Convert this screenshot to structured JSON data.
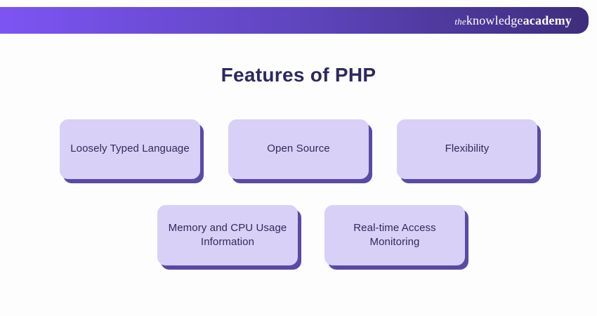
{
  "page": {
    "background": "#fdfdfe"
  },
  "header": {
    "logo": {
      "part_the": "the",
      "part_knowledge": "knowledge",
      "part_academy": "academy"
    },
    "gradient_left": "#7d54f3",
    "gradient_mid": "#5e45bd",
    "gradient_right": "#3e2d7c"
  },
  "title": {
    "text": "Features of PHP",
    "color": "#2d295e"
  },
  "cards": {
    "fill_color": "#d8d0f7",
    "shadow_color": "#5a49a5",
    "text_color": "#2f2a5a",
    "row1": [
      {
        "label": "Loosely Typed Language"
      },
      {
        "label": "Open Source"
      },
      {
        "label": "Flexibility"
      }
    ],
    "row2": [
      {
        "label": "Memory and CPU Usage Information"
      },
      {
        "label": "Real-time Access Monitoring"
      }
    ]
  }
}
